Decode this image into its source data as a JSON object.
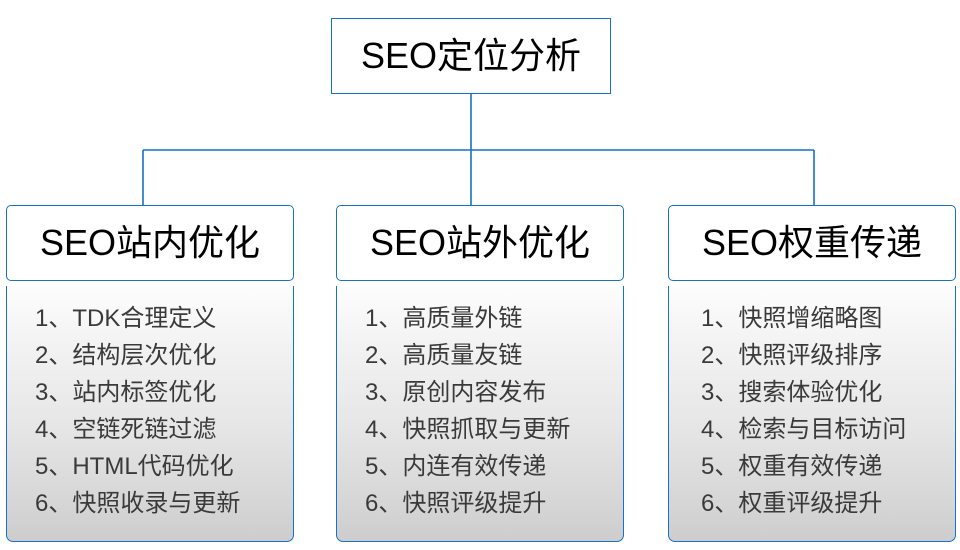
{
  "diagram": {
    "type": "tree-hierarchy",
    "orientation": "top-down",
    "colors": {
      "border_blue": "#1572c4",
      "connector_blue": "#1572c4",
      "header_fill": "#ffffff",
      "body_gradient_top": "#fdfdfd",
      "body_gradient_bottom": "#cdcdcd",
      "title_text": "#000000",
      "item_text": "#3a3a3a"
    },
    "root": {
      "label": "SEO定位分析"
    },
    "branches": [
      {
        "header": "SEO站内优化",
        "items": [
          "1、TDK合理定义",
          "2、结构层次优化",
          "3、站内标签优化",
          "4、空链死链过滤",
          "5、HTML代码优化",
          "6、快照收录与更新"
        ]
      },
      {
        "header": "SEO站外优化",
        "items": [
          "1、高质量外链",
          "2、高质量友链",
          "3、原创内容发布",
          "4、快照抓取与更新",
          "5、内连有效传递",
          "6、快照评级提升"
        ]
      },
      {
        "header": "SEO权重传递",
        "items": [
          "1、快照增缩略图",
          "2、快照评级排序",
          "3、搜索体验优化",
          "4、检索与目标访问",
          "5、权重有效传递",
          "6、权重评级提升"
        ]
      }
    ]
  }
}
